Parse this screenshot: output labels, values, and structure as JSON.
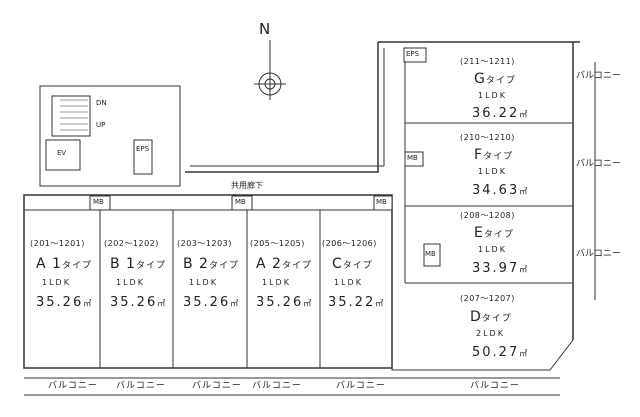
{
  "north": "N",
  "corridor": "共用廊下",
  "balcony": "バルコニー",
  "units_bottom": [
    {
      "code": "(201～1201)",
      "name": "A 1",
      "type": "タイプ",
      "ldk": "1LDK",
      "area": "35.26",
      "unit": "㎡"
    },
    {
      "code": "(202～1202)",
      "name": "B 1",
      "type": "タイプ",
      "ldk": "1LDK",
      "area": "35.26",
      "unit": "㎡"
    },
    {
      "code": "(203～1203)",
      "name": "B 2",
      "type": "タイプ",
      "ldk": "1LDK",
      "area": "35.26",
      "unit": "㎡"
    },
    {
      "code": "(205～1205)",
      "name": "A 2",
      "type": "タイプ",
      "ldk": "1LDK",
      "area": "35.26",
      "unit": "㎡"
    },
    {
      "code": "(206～1206)",
      "name": "C",
      "type": "タイプ",
      "ldk": "1LDK",
      "area": "35.22",
      "unit": "㎡"
    }
  ],
  "units_right": [
    {
      "code": "(211～1211)",
      "name": "G",
      "type": "タイプ",
      "ldk": "1LDK",
      "area": "36.22",
      "unit": "㎡"
    },
    {
      "code": "(210～1210)",
      "name": "F",
      "type": "タイプ",
      "ldk": "1LDK",
      "area": "34.63",
      "unit": "㎡"
    },
    {
      "code": "(208～1208)",
      "name": "E",
      "type": "タイプ",
      "ldk": "1LDK",
      "area": "33.97",
      "unit": "㎡"
    },
    {
      "code": "(207～1207)",
      "name": "D",
      "type": "タイプ",
      "ldk": "2LDK",
      "area": "50.27",
      "unit": "㎡"
    }
  ],
  "labels": {
    "mb": "MB",
    "eps": "EPS",
    "ev": "EV",
    "dn": "DN",
    "up": "UP"
  }
}
